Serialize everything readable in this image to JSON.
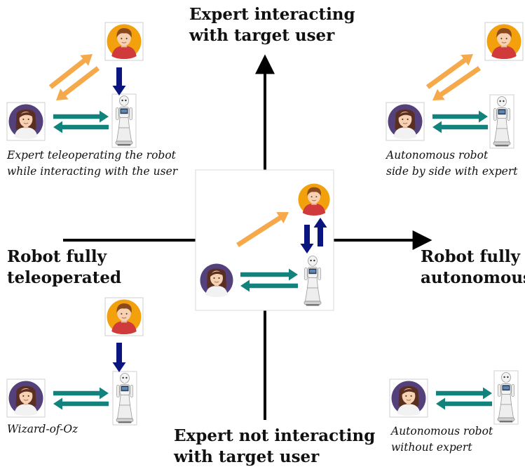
{
  "axes": {
    "top": [
      "Expert interacting",
      "with target user"
    ],
    "bottom": [
      "Expert not interacting",
      "with target user"
    ],
    "left": [
      "Robot fully",
      "teleoperated"
    ],
    "right": [
      "Robot fully",
      "autonomous"
    ]
  },
  "panels": {
    "top_left": {
      "caption": [
        "Expert teleoperating the robot",
        "while interacting with the user"
      ]
    },
    "top_right": {
      "caption": [
        "Autonomous robot",
        "side by side with expert"
      ]
    },
    "bottom_left": {
      "caption": [
        "Wizard-of-Oz"
      ]
    },
    "bottom_right": {
      "caption": [
        "Autonomous robot",
        "without expert"
      ]
    },
    "center": {
      "caption": []
    }
  },
  "colors": {
    "axis": "#000000",
    "expert_user_arrow": "#f5a94a",
    "teleop_arrow": "#0b1580",
    "robot_interaction_arrow": "#11837c",
    "user_avatar_bg": "#f2a10c",
    "user_shirt": "#d13a3a",
    "user_hair": "#8b4a1e",
    "child_avatar_bg": "#54407a",
    "child_hair": "#5a2f22",
    "skin": "#f6d2b3"
  },
  "icons": [
    "user-avatar-icon",
    "child-avatar-icon",
    "robot-icon"
  ]
}
